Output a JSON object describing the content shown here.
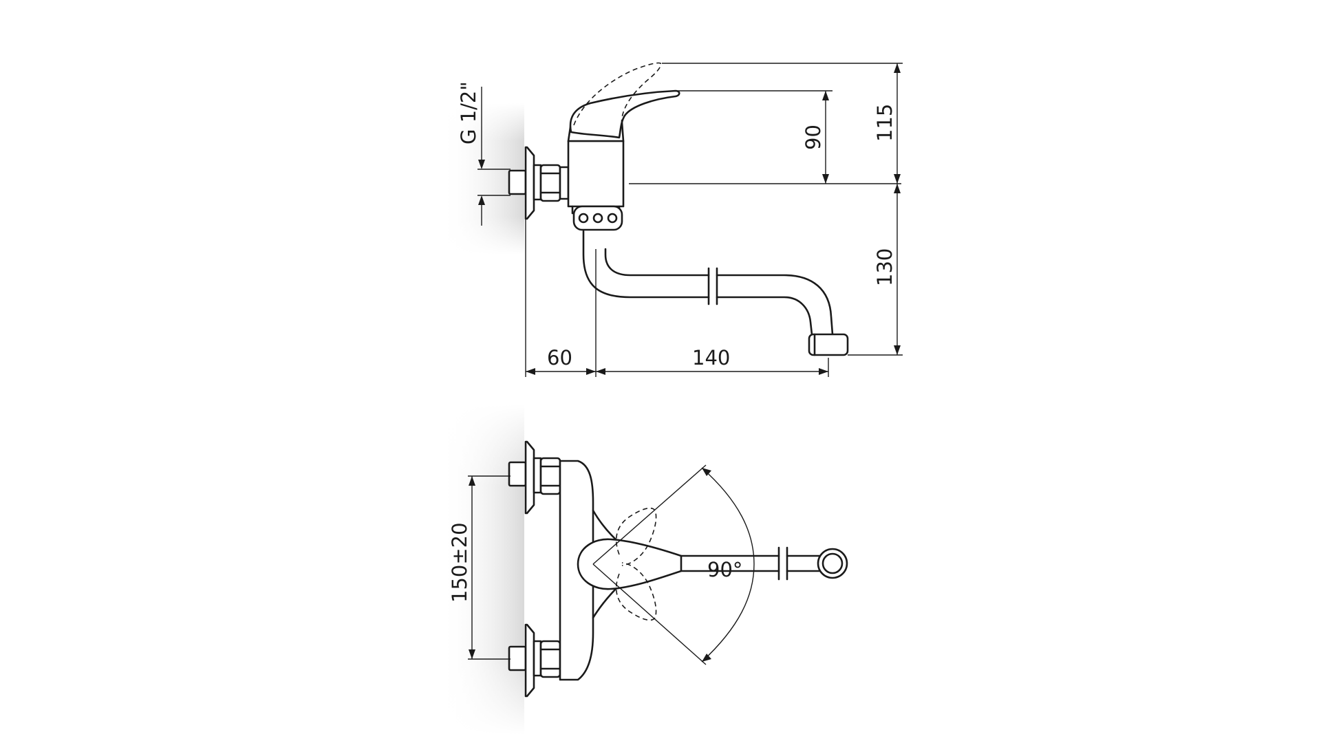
{
  "side_view": {
    "thread_label": "G 1/2\"",
    "dims": {
      "lever_height": "90",
      "total_height": "115",
      "spout_height": "130",
      "wall_offset": "60",
      "spout_reach": "140"
    }
  },
  "top_view": {
    "dims": {
      "center_distance": "150±20",
      "lever_angle": "90°"
    }
  }
}
